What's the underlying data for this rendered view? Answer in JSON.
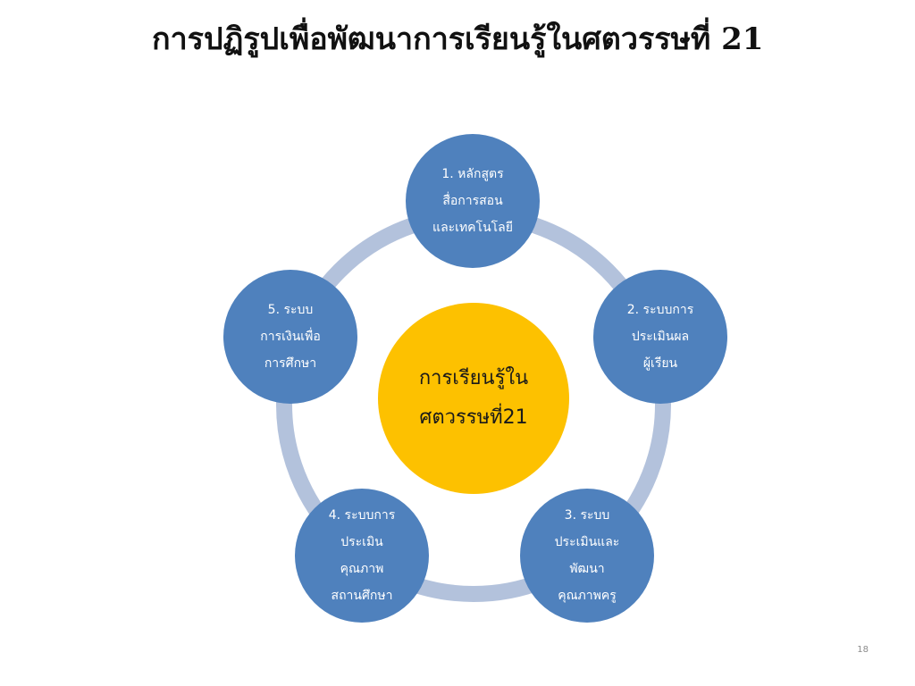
{
  "slide": {
    "title": "การปฏิรูปเพื่อพัฒนาการเรียนรู้ในศตวรรษที่ 21",
    "page_number": "18"
  },
  "diagram": {
    "center_label": "การเรียนรู้ใน\nศตวรรษที่21",
    "nodes": [
      {
        "label": "1. หลักสูตร\nสื่อการสอน\nและเทคโนโลยี"
      },
      {
        "label": "2. ระบบการ\nประเมินผล\nผู้เรียน"
      },
      {
        "label": "3. ระบบ\nประเมินและ\nพัฒนา\nคุณภาพครู"
      },
      {
        "label": "4. ระบบการ\nประเมิน\nคุณภาพ\nสถานศึกษา"
      },
      {
        "label": "5. ระบบ\nการเงินเพื่อ\nการศึกษา"
      }
    ],
    "colors": {
      "node_fill": "#4f81bd",
      "center_fill": "#fdc100",
      "ring": "#b3c2dc"
    }
  }
}
